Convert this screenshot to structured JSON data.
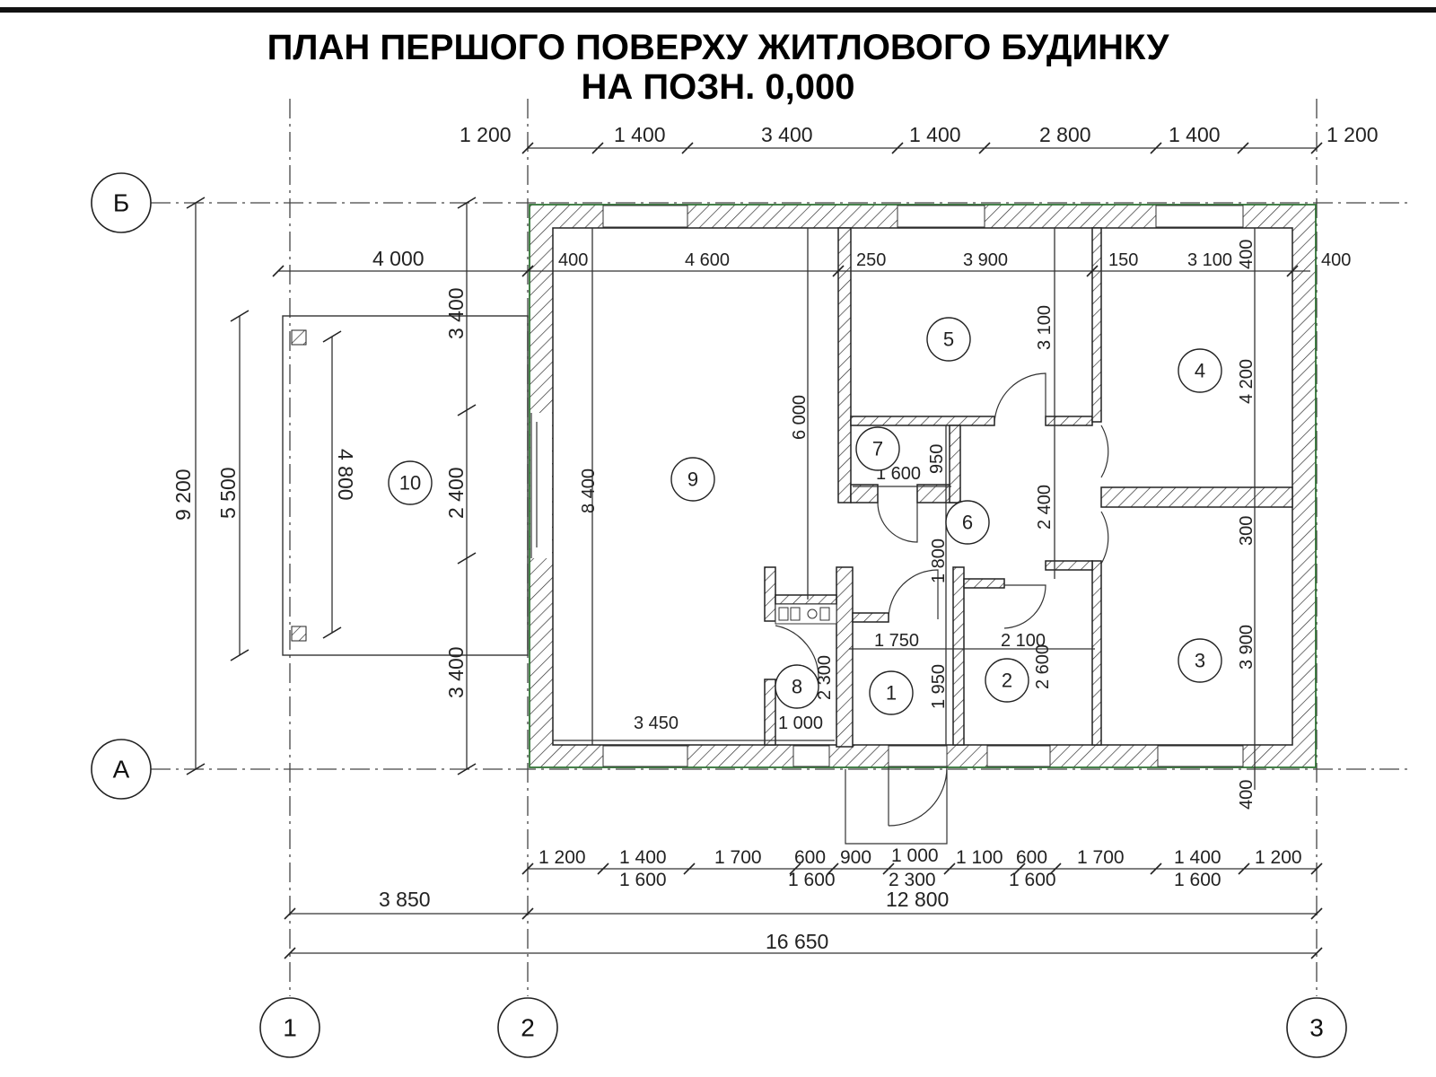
{
  "title": {
    "line1": "ПЛАН ПЕРШОГО ПОВЕРХУ ЖИТЛОВОГО БУДИНКУ",
    "line2": "НА ПОЗН. 0,000"
  },
  "axes": {
    "rows": [
      "Б",
      "А"
    ],
    "cols": [
      "1",
      "2",
      "3"
    ]
  },
  "dims": {
    "top": [
      "1 200",
      "1 400",
      "3 400",
      "1 400",
      "2 800",
      "1 400",
      "1 200"
    ],
    "interior_row": [
      "4 000",
      "400",
      "4 600",
      "250",
      "3 900",
      "150",
      "3 100",
      "400"
    ],
    "left_vertical": [
      "9 200",
      "5 500",
      "4 800",
      "3 400",
      "2 400",
      "3 400"
    ],
    "room_vertical": [
      "8 400",
      "6 000",
      "3 100",
      "4 200",
      "300",
      "3 900",
      "400",
      "950",
      "1 800",
      "1 950",
      "2 400",
      "2 600",
      "2 300"
    ],
    "room_horizontal": [
      "1 600",
      "1 750",
      "2 100",
      "3 450",
      "1 000"
    ],
    "bottom_row1": [
      "1 200",
      "1 400",
      "1 700",
      "600",
      "900",
      "1 000",
      "1 100",
      "600",
      "1 700",
      "1 400",
      "1 200"
    ],
    "bottom_row2": [
      "1 600",
      "1 600",
      "2 300",
      "1 600",
      "1 600"
    ],
    "bottom_row3": [
      "3 850",
      "12 800"
    ],
    "bottom_total": "16 650"
  },
  "rooms": [
    "1",
    "2",
    "3",
    "4",
    "5",
    "6",
    "7",
    "8",
    "9",
    "10"
  ],
  "colors": {
    "wall_edge": "#2e7d32",
    "line": "#222222"
  }
}
